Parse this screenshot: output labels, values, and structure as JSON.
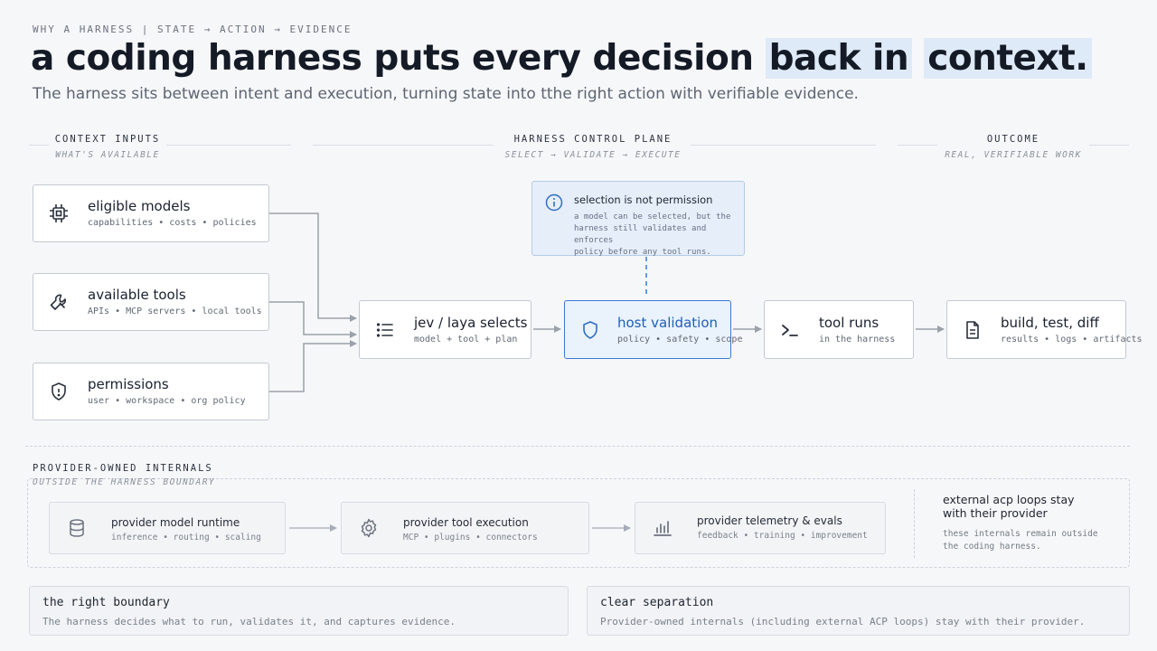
{
  "header": {
    "eyebrow": "WHY A HARNESS | STATE → ACTION → EVIDENCE",
    "title_main": "a coding harness puts every decision ",
    "title_hl1": "back in",
    "title_space": " ",
    "title_hl2": "context.",
    "subtitle": "The harness sits between intent and execution, turning state into tthe right action with verifiable evidence."
  },
  "columns": {
    "inputs": {
      "title": "CONTEXT INPUTS",
      "subtitle": "WHAT'S AVAILABLE"
    },
    "control": {
      "title": "HARNESS CONTROL PLANE",
      "subtitle": "SELECT → VALIDATE → EXECUTE"
    },
    "outcome": {
      "title": "OUTCOME",
      "subtitle": "REAL, VERIFIABLE WORK"
    }
  },
  "inputs": [
    {
      "title": "eligible models",
      "desc": "capabilities • costs • policies",
      "icon": "chip-icon"
    },
    {
      "title": "available tools",
      "desc": "APIs • MCP servers • local tools",
      "icon": "wrench-icon"
    },
    {
      "title": "permissions",
      "desc": "user • workspace • org policy",
      "icon": "shield-icon"
    }
  ],
  "flow": [
    {
      "title": "jev / laya selects",
      "desc": "model + tool + plan",
      "icon": "list-icon"
    },
    {
      "title": "host validation",
      "desc": "policy • safety • scope",
      "icon": "shield-icon"
    },
    {
      "title": "tool runs",
      "desc": "in the harness",
      "icon": "terminal-icon"
    },
    {
      "title": "build, test, diff",
      "desc": "results • logs • artifacts",
      "icon": "document-icon"
    }
  ],
  "note": {
    "title": "selection is not permission",
    "line1": "a model can be selected, but the",
    "line2": "harness still validates and enforces",
    "line3": "policy before any tool runs."
  },
  "provider": {
    "title": "PROVIDER-OWNED INTERNALS",
    "subtitle": "OUTSIDE THE HARNESS BOUNDARY",
    "items": [
      {
        "title": "provider model runtime",
        "desc": "inference • routing • scaling",
        "icon": "database-icon"
      },
      {
        "title": "provider tool execution",
        "desc": "MCP • plugins • connectors",
        "icon": "gear-icon"
      },
      {
        "title": "provider telemetry & evals",
        "desc": "feedback • training • improvement",
        "icon": "bar-chart-icon"
      }
    ],
    "external_title_1": "external acp loops stay",
    "external_title_2": "with their provider",
    "external_desc_1": "these internals remain outside",
    "external_desc_2": "the coding harness."
  },
  "bottom": [
    {
      "title": "the right boundary",
      "desc": "The harness decides what to run, validates it, and captures evidence."
    },
    {
      "title": "clear separation",
      "desc": "Provider-owned internals (including external ACP loops) stay with their provider."
    }
  ],
  "colors": {
    "accent": "#3a7ad0",
    "accent_bg": "#eaf2fc",
    "ink": "#141a26",
    "muted": "#5d6572"
  }
}
